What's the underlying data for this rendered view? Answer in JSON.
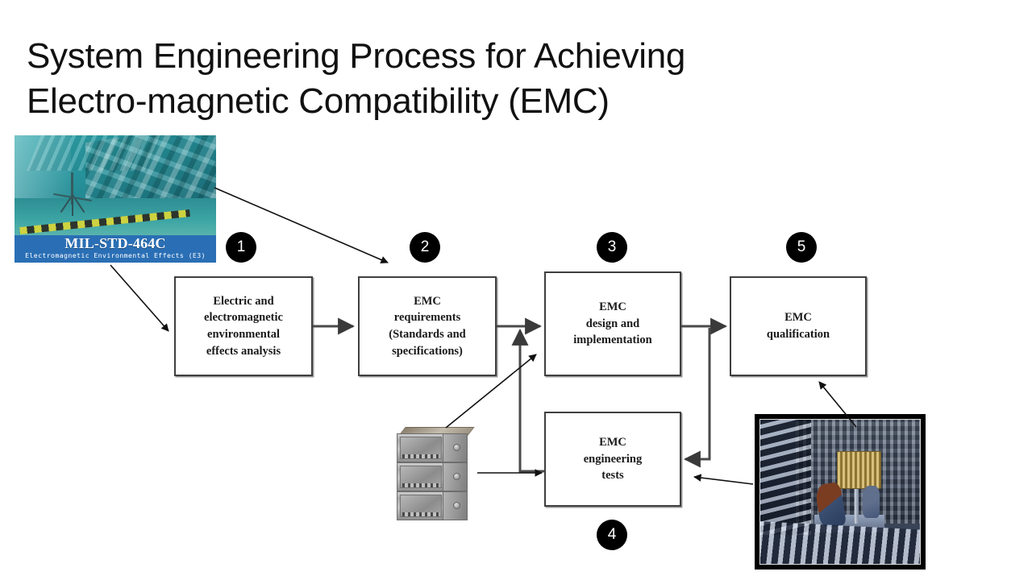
{
  "slide": {
    "title": "System Engineering Process for Achieving\nElectro-magnetic Compatibility (EMC)"
  },
  "figures": {
    "milstd": {
      "banner_title": "MIL-STD-464C",
      "banner_subtitle": "Electromagnetic Environmental Effects (E3)",
      "alt": "Anechoic chamber interior with tripod antenna, teal absorber walls",
      "banner_color": "#2a6fb5"
    },
    "rack": {
      "alt": "Stacked metallic shielded equipment chassis rack, three units"
    },
    "chamber": {
      "alt": "Technicians positioning a gold cylindrical device inside a blue-grey pyramidal anechoic chamber",
      "frame_color": "#000000"
    }
  },
  "flow": {
    "boxes": [
      {
        "id": "box-1",
        "step": "1",
        "label": "Electric and\nelectromagnetic\nenvironmental\neffects analysis"
      },
      {
        "id": "box-2",
        "step": "2",
        "label": "EMC\nrequirements\n(Standards and\nspecifications)"
      },
      {
        "id": "box-3",
        "step": "3",
        "label": "EMC\ndesign and\nimplementation"
      },
      {
        "id": "box-4",
        "step": "4",
        "label": "EMC\nengineering\ntests"
      },
      {
        "id": "box-5",
        "step": "5",
        "label": "EMC\nqualification"
      }
    ],
    "badges": [
      "1",
      "2",
      "3",
      "4",
      "5"
    ],
    "box_border_color": "#3f3f3f",
    "badge_color": "#000000",
    "connector_color": "#4a4a4a"
  }
}
